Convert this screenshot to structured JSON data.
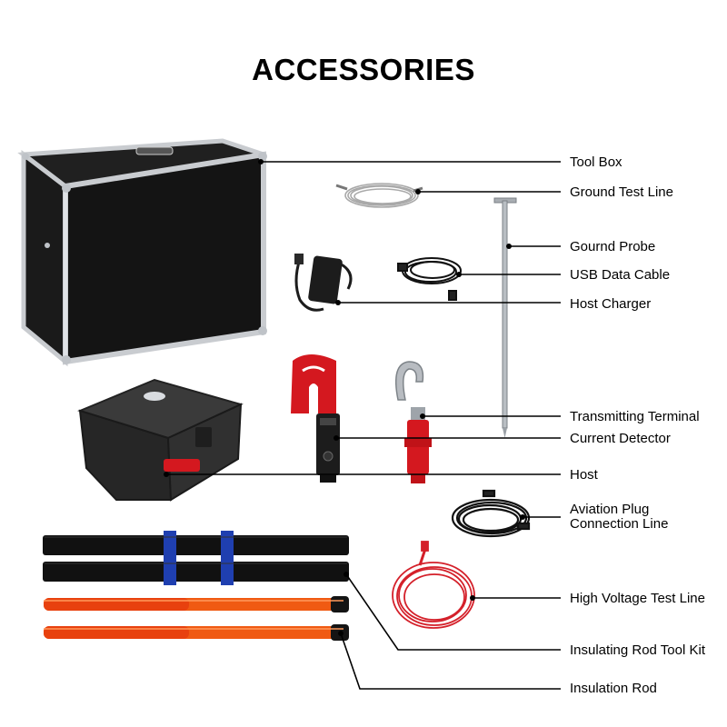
{
  "title": "ACCESSORIES",
  "labels": [
    {
      "key": "tool_box",
      "text": "Tool Box"
    },
    {
      "key": "ground_test_line",
      "text": "Ground Test Line"
    },
    {
      "key": "ground_probe",
      "text": "Gournd Probe"
    },
    {
      "key": "usb_data_cable",
      "text": "USB Data Cable"
    },
    {
      "key": "host_charger",
      "text": "Host Charger"
    },
    {
      "key": "transmitting_terminal",
      "text": "Transmitting Terminal"
    },
    {
      "key": "current_detector",
      "text": "Current Detector"
    },
    {
      "key": "host",
      "text": "Host"
    },
    {
      "key": "aviation_plug_line_1",
      "text": "Aviation Plug"
    },
    {
      "key": "aviation_plug_line_2",
      "text": "Connection Line"
    },
    {
      "key": "high_voltage_test_line",
      "text": "High Voltage Test Line"
    },
    {
      "key": "insulating_rod_tool_kit",
      "text": "Insulating Rod Tool Kit"
    },
    {
      "key": "insulation_rod",
      "text": "Insulation Rod"
    }
  ],
  "colors": {
    "case_body": "#141414",
    "case_frame": "#c9ccd0",
    "accent_red": "#d4181f",
    "rod_orange": "#f05a12",
    "strap_blue": "#1f3fb0",
    "cable_gray": "#a9a9a9"
  }
}
